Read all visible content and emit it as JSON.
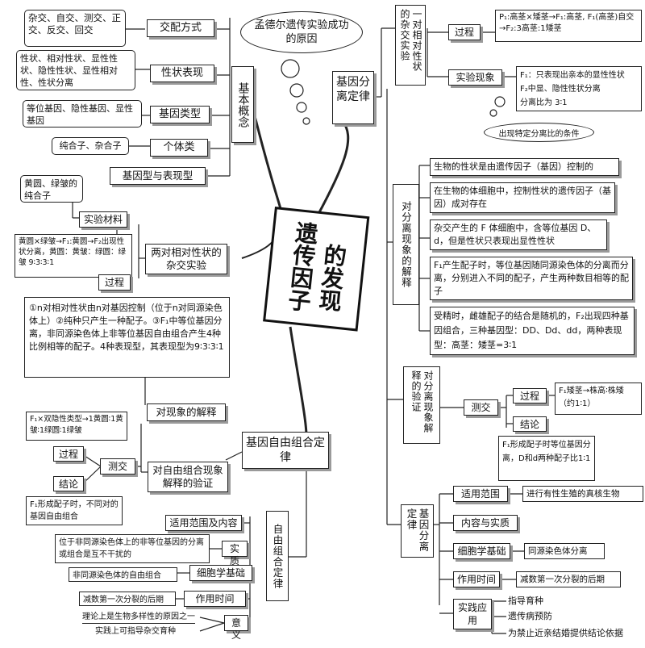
{
  "center": {
    "title_left": "遗传因子",
    "title_right": "的发现",
    "cloud": "孟德尔遗传实验成功的原因"
  },
  "basic": {
    "title": "基本概念",
    "mating": {
      "label": "交配方式",
      "items": "杂交、自交、测交、正交、反交、回交"
    },
    "traits": {
      "label": "性状表现",
      "items": "性状、相对性状、显性性状、隐性性状、显性相对性、性状分离"
    },
    "genes": {
      "label": "基因类型",
      "items": "等位基因、隐性基因、显性基因"
    },
    "individual": {
      "label": "个体类",
      "items": "纯合子、杂合子"
    },
    "geno": {
      "label": "基因型与表现型"
    }
  },
  "sep": {
    "title": "基因分离定律",
    "mono": {
      "title": "一对相对性状的杂交实验",
      "process": {
        "label": "过程",
        "text": "P₁:高茎×矮茎→F₁:高茎, F₁(高茎)自交→F₂:3高茎:1矮茎"
      },
      "phen": {
        "label": "实验现象",
        "text1": "F₁：只表现出亲本的显性性状",
        "text2": "F₂中显、隐性性状分离",
        "text3": "分离比为 3∶1"
      },
      "cond": "出现特定分离比的条件"
    },
    "explain": {
      "title": "对分离现象的解释",
      "items": [
        "生物的性状是由遗传因子（基因）控制的",
        "在生物的体细胞中，控制性状的遗传因子（基因）成对存在",
        "杂交产生的 F 体细胞中，含等位基因 D、d，但是性状只表现出显性性状",
        "F₁产生配子时，等位基因随同源染色体的分离而分离，分别进入不同的配子，产生两种数目相等的配子",
        "受精时，雌雄配子的结合是随机的，F₂出现四种基因组合，三种基因型：DD、Dd、dd，两种表现型：高茎：矮茎=3∶1"
      ]
    },
    "verify": {
      "title": "对分离现象解释的验证",
      "test": "测交",
      "process": {
        "label": "过程",
        "text": "F₁矮茎→株高∶株矮（约1∶1）"
      },
      "conclusion": {
        "label": "结论",
        "text": "F₁形成配子时等位基因分离，D和d两种配子比1∶1"
      }
    },
    "law": {
      "title": "基因分离定律",
      "scope": {
        "label": "适用范围",
        "text": "进行有性生殖的真核生物"
      },
      "content": {
        "label": "内容与实质"
      },
      "cyto": {
        "label": "细胞学基础",
        "text": "同源染色体分离"
      },
      "time": {
        "label": "作用时间",
        "text": "减数第一次分裂的后期"
      },
      "app": {
        "label": "实践应用",
        "items": [
          "指导育种",
          "遗传病预防",
          "为禁止近亲结婚提供结论依据"
        ]
      }
    }
  },
  "free": {
    "title": "基因自由组合定律",
    "dihybrid": {
      "title": "两对相对性状的杂交实验",
      "material": {
        "label": "实验材料",
        "text": "黄圆、绿皱的纯合子"
      },
      "process": {
        "label": "过程",
        "text": "黄圆×绿皱→F₁:黄圆→F₂出现性状分离，黄圆：黄皱：绿圆：绿皱 9∶3∶3∶1"
      }
    },
    "explain": {
      "title": "对现象的解释",
      "text": "①n对相对性状由n对基因控制（位于n对同源染色体上）②纯种只产生一种配子。③F₁中等位基因分离，非同源染色体上非等位基因自由组合产生4种比例相等的配子。4种表现型，其表现型为9∶3∶3∶1"
    },
    "verify": {
      "title": "对自由组合现象解释的验证",
      "test": "测交",
      "process": {
        "label": "过程",
        "text": "F₁×双隐性类型→1黄圆∶1黄皱∶1绿圆∶1绿皱"
      },
      "conclusion": {
        "label": "结论",
        "text": "F₁形成配子时，不同对的基因自由组合"
      }
    },
    "law": {
      "title": "自由组合定律",
      "scope": {
        "label": "适用范围及内容"
      },
      "essence": {
        "label": "实质",
        "text": "位于非同源染色体上的非等位基因的分离或组合是互不干扰的"
      },
      "cyto": {
        "label": "细胞学基础",
        "text": "非同源染色体的自由组合"
      },
      "time": {
        "label": "作用时间",
        "text": "减数第一次分裂的后期"
      },
      "meaning": {
        "label": "意义",
        "text1": "理论上是生物多样性的原因之一",
        "text2": "实践上可指导杂交育种"
      }
    }
  }
}
